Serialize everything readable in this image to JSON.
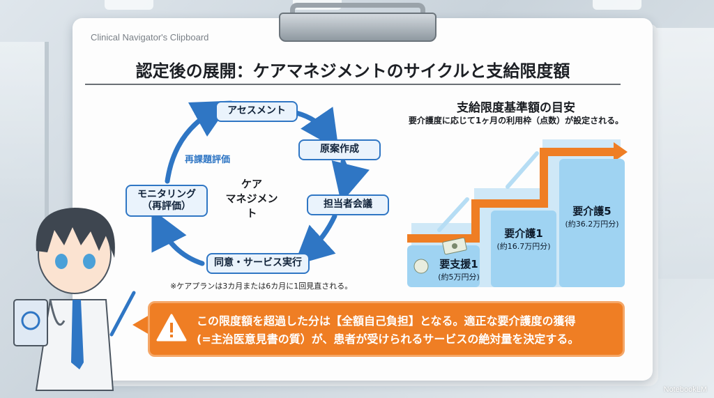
{
  "board": {
    "label": "Clinical Navigator's Clipboard",
    "title": "認定後の展開：ケアマネジメントのサイクルと支給限度額"
  },
  "cycle": {
    "center_line1": "ケア",
    "center_line2": "マネジメント",
    "steps": [
      {
        "label": "アセスメント"
      },
      {
        "label": "原案作成"
      },
      {
        "label": "担当者会議"
      },
      {
        "label": "同意・サービス実行"
      },
      {
        "label_line1": "モニタリング",
        "label_line2": "（再評価）"
      }
    ],
    "loop_label": "再課題評価",
    "note": "※ケアプランは3カ月または6カ月に1回見直される。",
    "accent_color": "#2f76c4"
  },
  "limits": {
    "title": "支給限度基準額の目安",
    "subtitle": "要介護度に応じて1ヶ月の利用枠（点数）が設定される。",
    "levels": [
      {
        "name": "要支援1",
        "amount": "(約5万円分)"
      },
      {
        "name": "要介護1",
        "amount": "(約16.7万円分)"
      },
      {
        "name": "要介護5",
        "amount": "(約36.2万円分)"
      }
    ],
    "accent_color": "#ef7e24",
    "step_color": "#9fd3f2"
  },
  "warning": {
    "line1": "この限度額を超過した分は【全額自己負担】となる。適正な要介護度の獲得",
    "line2": "(=主治医意見書の質）が、患者が受けられるサービスの絶対量を決定する。",
    "icon": "warning-icon",
    "color": "#ef7e24"
  },
  "brand": "NotebookLM"
}
